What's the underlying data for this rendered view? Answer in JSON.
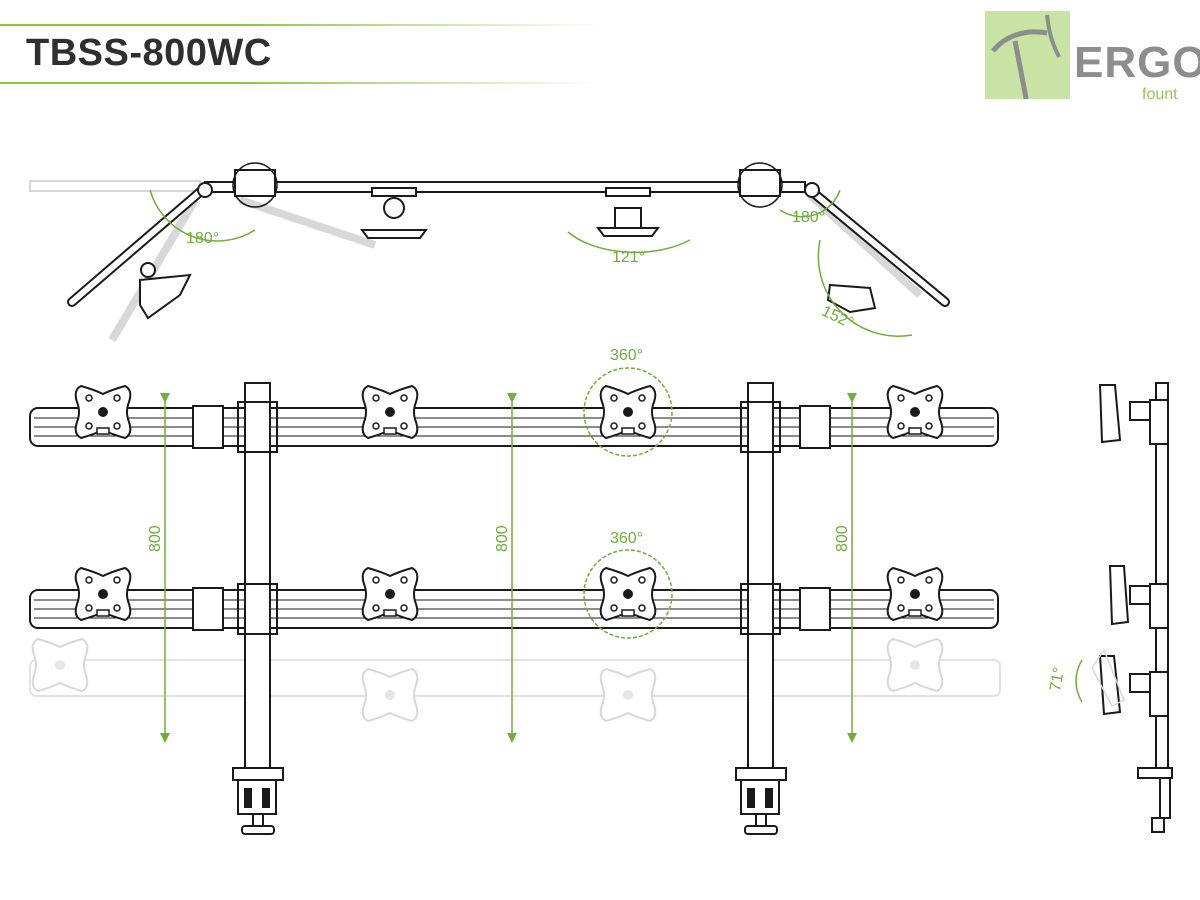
{
  "header": {
    "title": "TBSS-800WC",
    "logo_ergo": "ERGO",
    "logo_fount": "fount"
  },
  "colors": {
    "accent": "#8cc63f",
    "dimension": "#6fae3a",
    "line": "#1a1a1a",
    "ghost": "#d8d8d8"
  },
  "annotations": {
    "top_left_rotation": "180°",
    "top_right_rotation": "180°",
    "top_center_swivel": "121°",
    "top_right_arm_swivel": "152°",
    "front_top_rotation": "360°",
    "front_mid_rotation": "360°",
    "height_left": "800",
    "height_center": "800",
    "height_right": "800",
    "side_tilt": "71°"
  }
}
